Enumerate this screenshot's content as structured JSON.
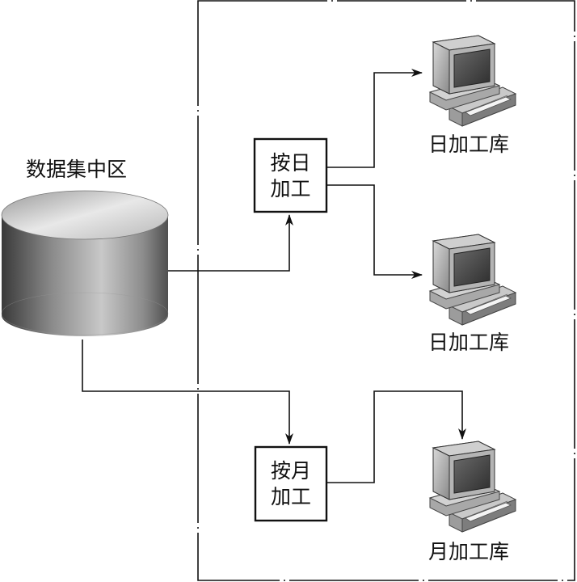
{
  "source": {
    "label": "数据集中区"
  },
  "processes": [
    {
      "line1": "按日",
      "line2": "加工"
    },
    {
      "line1": "按月",
      "line2": "加工"
    }
  ],
  "targets": [
    {
      "label": "日加工库",
      "icon": "computer-icon"
    },
    {
      "label": "日加工库",
      "icon": "computer-icon"
    },
    {
      "label": "月加工库",
      "icon": "computer-icon"
    }
  ],
  "colors": {
    "line": "#111111",
    "cylinder_dark": "#3c3c3c",
    "cylinder_light": "#e6e6e6"
  }
}
